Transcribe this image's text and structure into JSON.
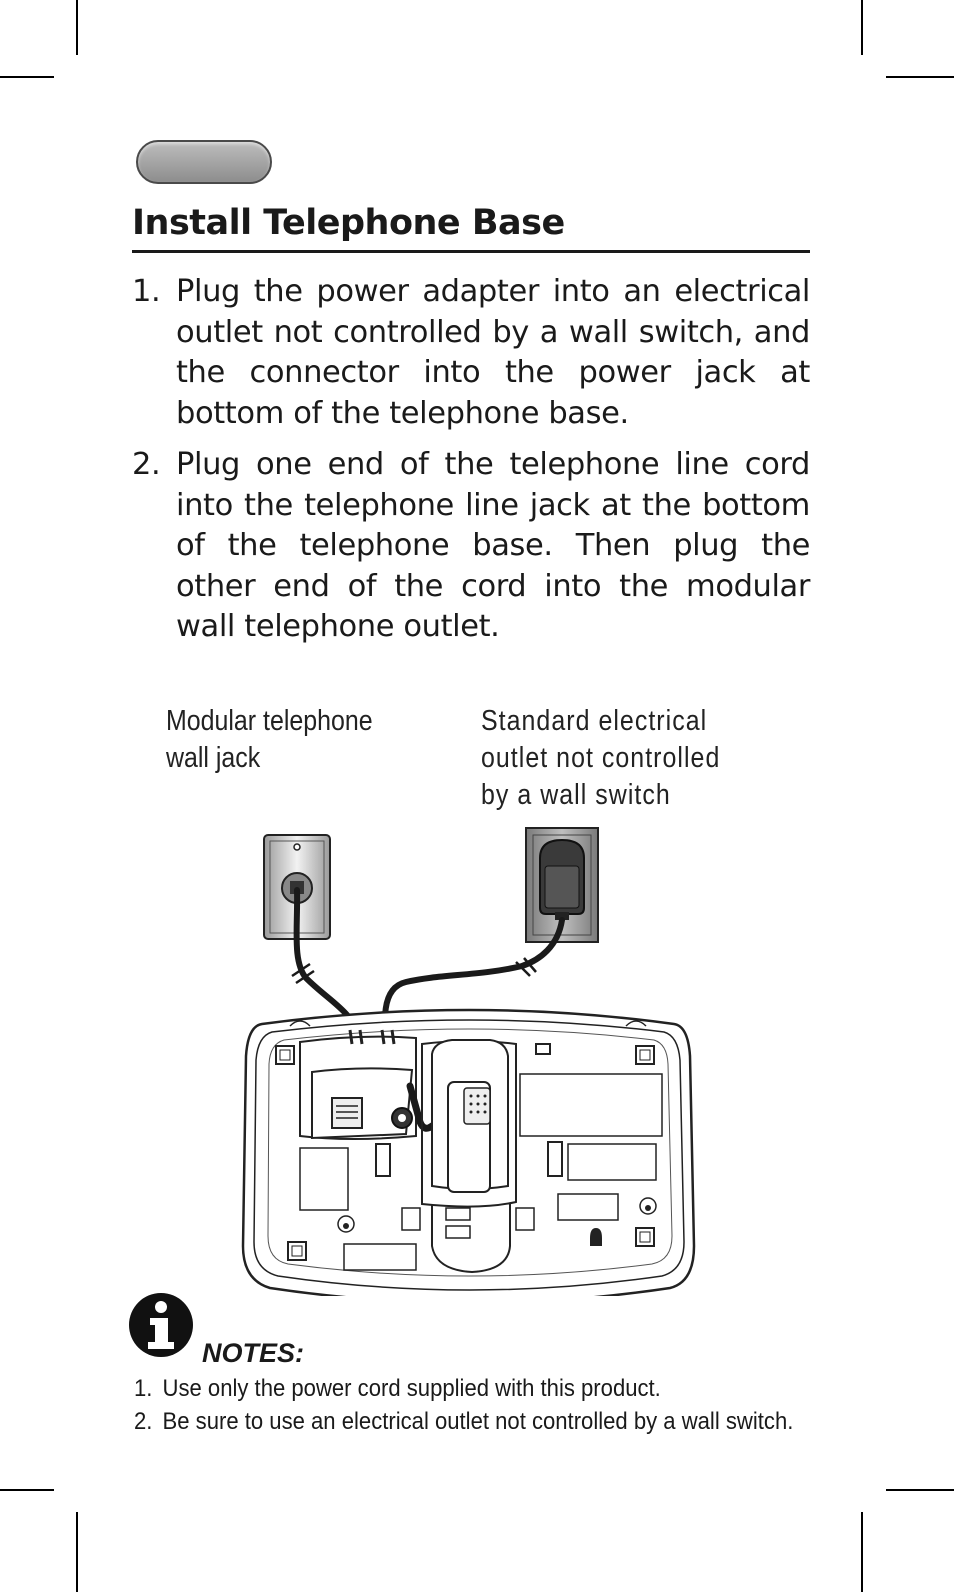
{
  "section": {
    "title": "Install Telephone Base"
  },
  "steps": [
    {
      "number": "1.",
      "text": "Plug the power adapter into an electrical outlet not controlled by a wall switch, and the connector into the power jack at bottom of the telephone base."
    },
    {
      "number": "2.",
      "text": "Plug one end of the telephone line cord into the telephone line jack at the bottom of the telephone base. Then plug the other end of the cord into the modular wall telephone outlet."
    }
  ],
  "diagram": {
    "jack_label_line1": "Modular telephone",
    "jack_label_line2": "wall jack",
    "outlet_label_line1": "Standard electrical",
    "outlet_label_line2": "outlet not controlled",
    "outlet_label_line3": "by a wall switch"
  },
  "notes": {
    "icon": "info-icon",
    "title": "NOTES:",
    "items": [
      {
        "number": "1.",
        "text": "Use only the power cord supplied with this product."
      },
      {
        "number": "2.",
        "text": "Be sure to use an electrical outlet not controlled by a wall switch."
      }
    ]
  }
}
